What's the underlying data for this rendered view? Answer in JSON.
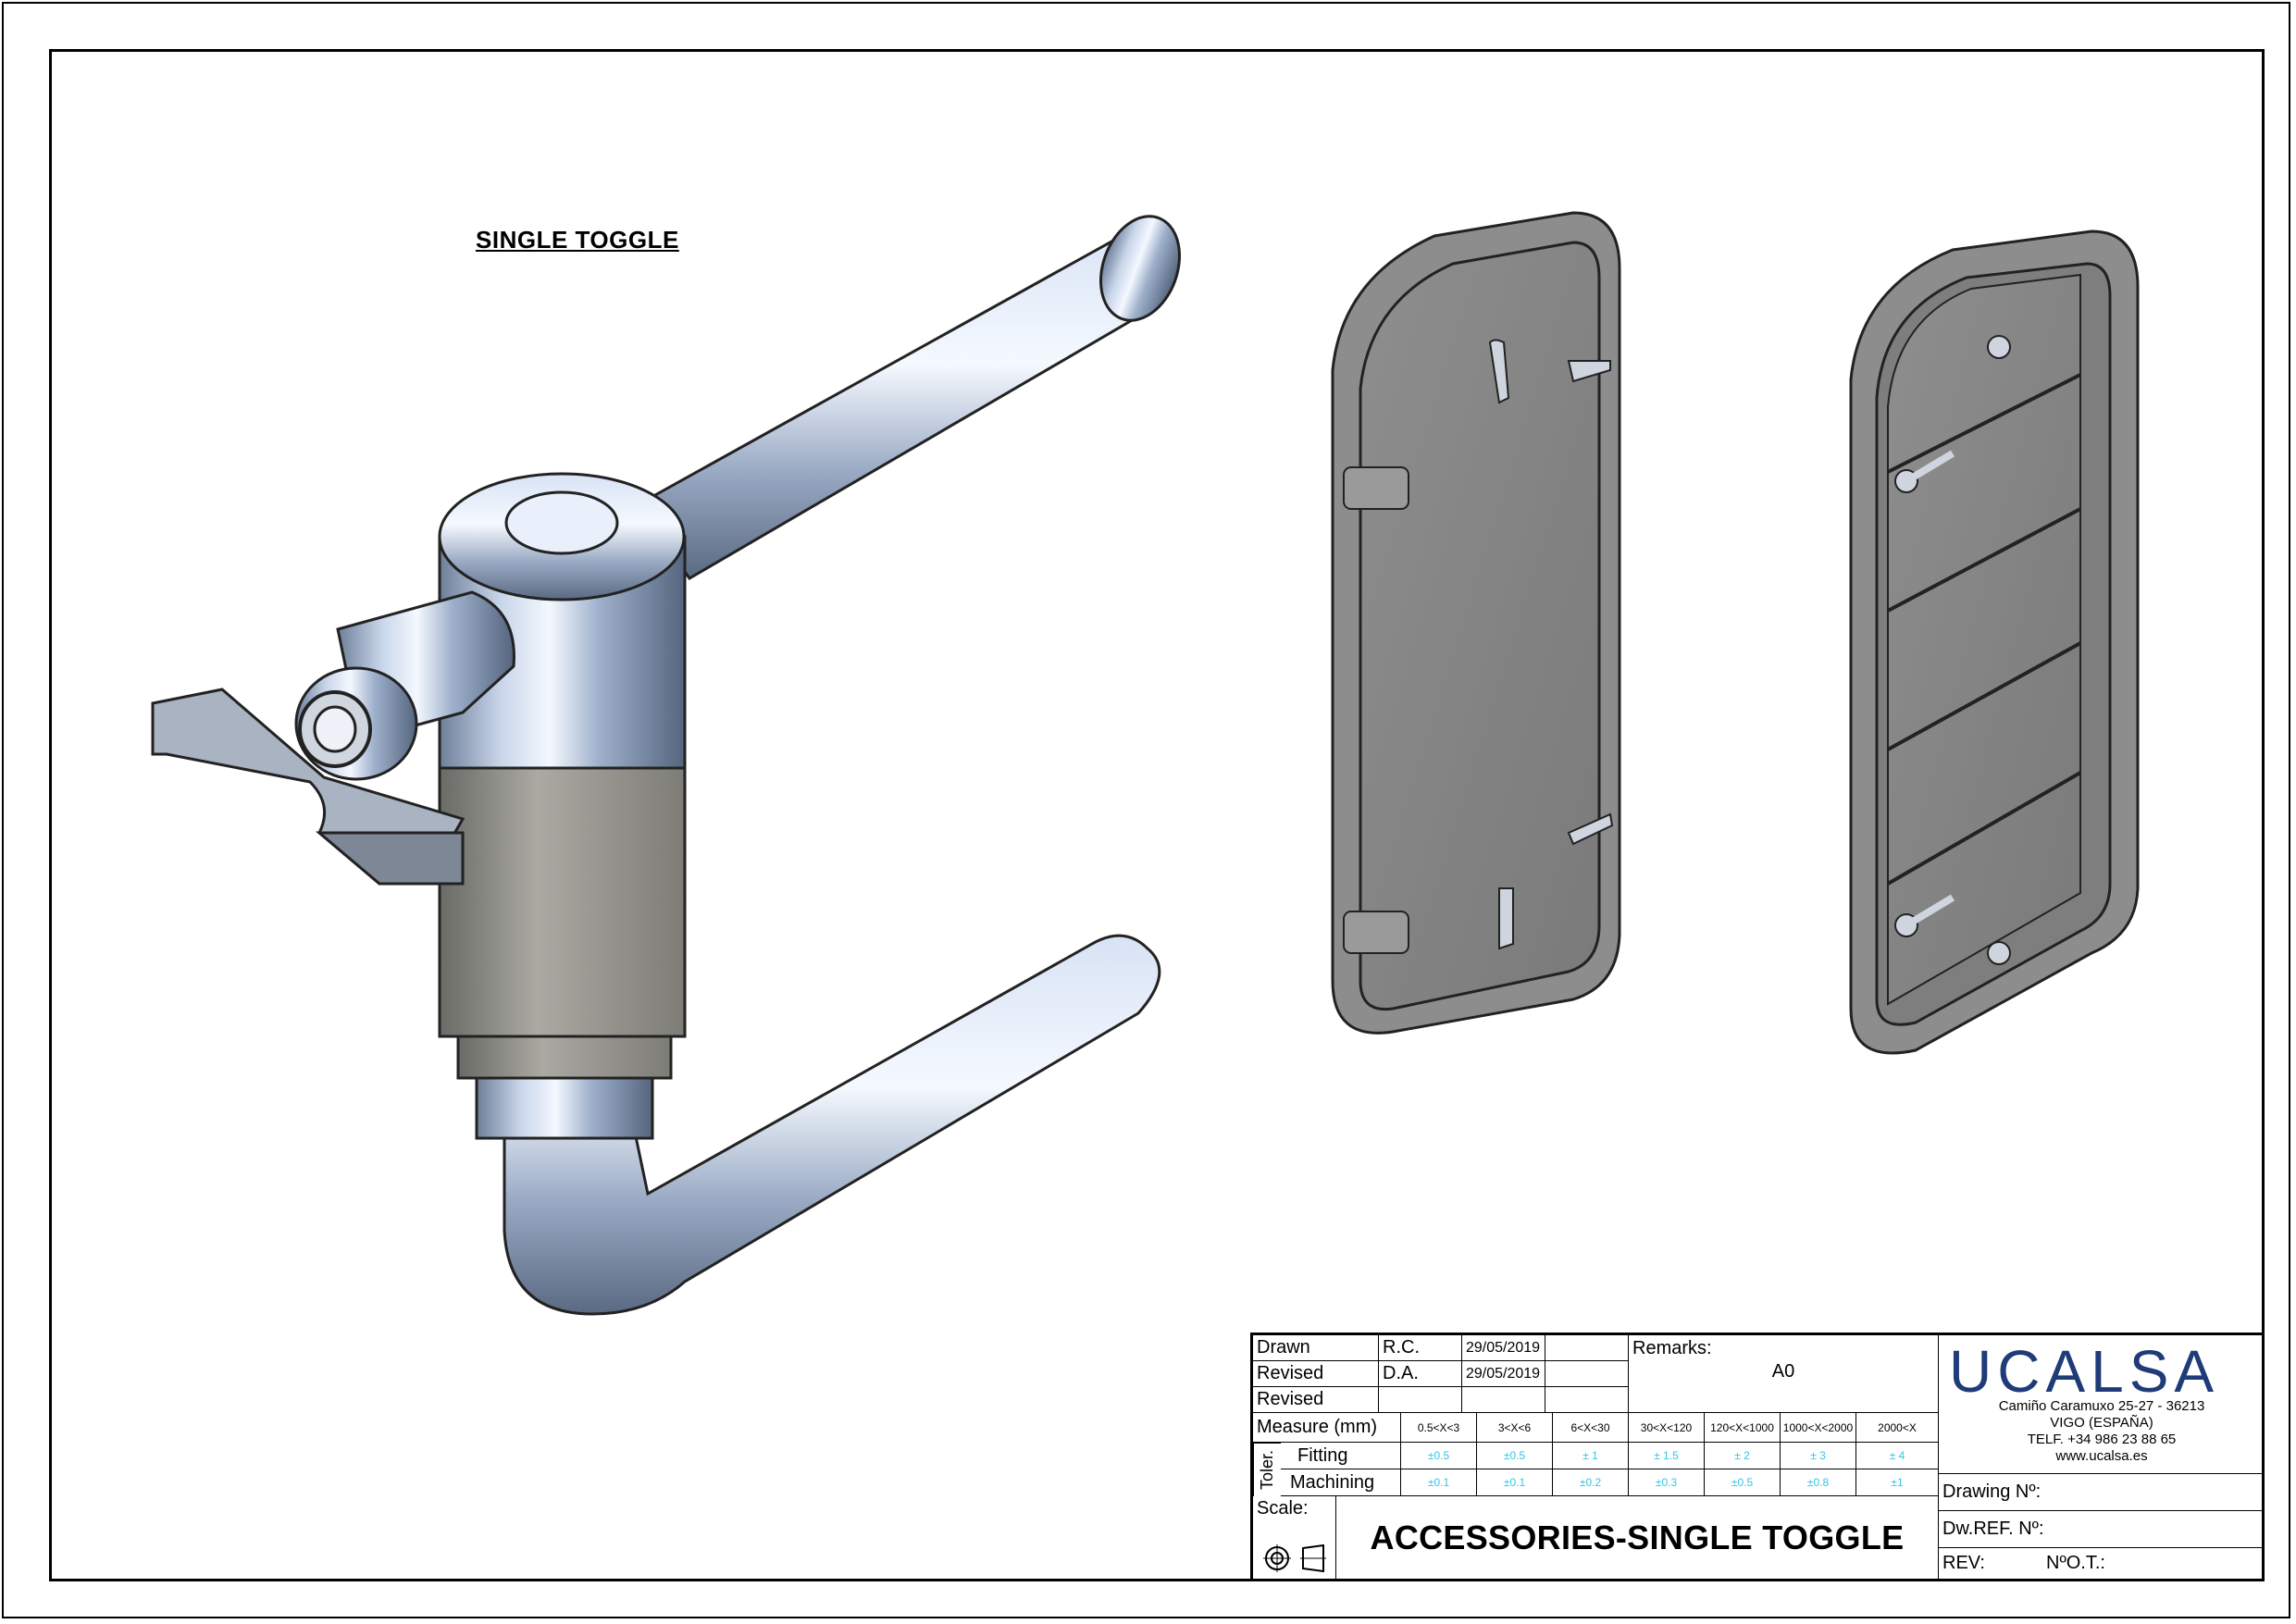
{
  "drawing": {
    "title": "SINGLE TOGGLE"
  },
  "title_block": {
    "rows": [
      {
        "label": "Drawn",
        "initials": "R.C.",
        "date": "29/05/2019"
      },
      {
        "label": "Revised",
        "initials": "D.A.",
        "date": "29/05/2019"
      },
      {
        "label": "Revised",
        "initials": "",
        "date": ""
      }
    ],
    "remarks_label": "Remarks:",
    "remarks_value": "A0",
    "measure_label": "Measure (mm)",
    "measure_ranges": [
      "0.5<X<3",
      "3<X<6",
      "6<X<30",
      "30<X<120",
      "120<X<1000",
      "1000<X<2000",
      "2000<X"
    ],
    "toler_label": "Toler.",
    "fitting_label": "Fitting",
    "fitting_values": [
      "±0.5",
      "±0.5",
      "± 1",
      "± 1.5",
      "± 2",
      "± 3",
      "± 4"
    ],
    "machining_label": "Machining",
    "machining_values": [
      "±0.1",
      "±0.1",
      "±0.2",
      "±0.3",
      "±0.5",
      "±0.8",
      "±1"
    ],
    "scale_label": "Scale:",
    "main_title": "ACCESSORIES-SINGLE TOGGLE",
    "drawing_no_label": "Drawing Nº:",
    "dw_ref_label": "Dw.REF. Nº:",
    "rev_label": "REV:",
    "ot_label": "NºO.T.:"
  },
  "company": {
    "logo_text": "UCALSA",
    "address_1": "Camiño Caramuxo 25-27 - 36213",
    "address_2": "VIGO (ESPAÑA)",
    "phone": "TELF. +34 986 23 88 65",
    "web": "www.ucalsa.es",
    "brand_color": "#1f3b78"
  },
  "icons": [
    "projection-circle-icon",
    "projection-cone-icon"
  ]
}
